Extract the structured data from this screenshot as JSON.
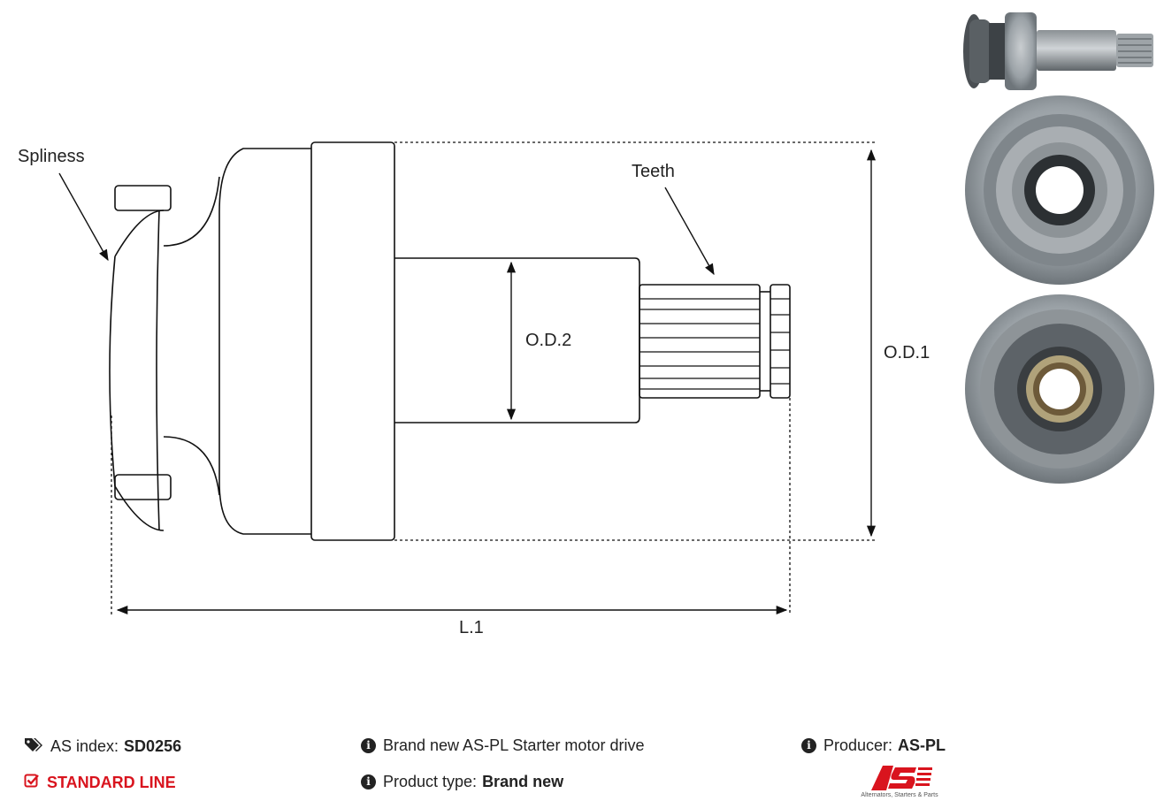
{
  "diagram": {
    "labels": {
      "spliness": "Spliness",
      "teeth": "Teeth",
      "od2": "O.D.2",
      "od1": "O.D.1",
      "l1": "L.1"
    }
  },
  "photos": [
    {
      "icon": "drive-side-view-photo"
    },
    {
      "icon": "drive-rear-view-photo"
    },
    {
      "icon": "drive-front-view-photo"
    }
  ],
  "info": {
    "as_index_label": "AS index:",
    "as_index_value": "SD0256",
    "line": "STANDARD LINE",
    "description": "Brand new AS-PL Starter motor drive",
    "product_type_label": "Product type:",
    "product_type_value": "Brand new",
    "producer_label": "Producer:",
    "producer_value": "AS-PL"
  },
  "logo": {
    "mark": "AS",
    "tagline": "Alternators, Starters & Parts"
  },
  "colors": {
    "accent_red": "#d9141e",
    "text": "#222222",
    "metal": "#9aa1a6"
  }
}
